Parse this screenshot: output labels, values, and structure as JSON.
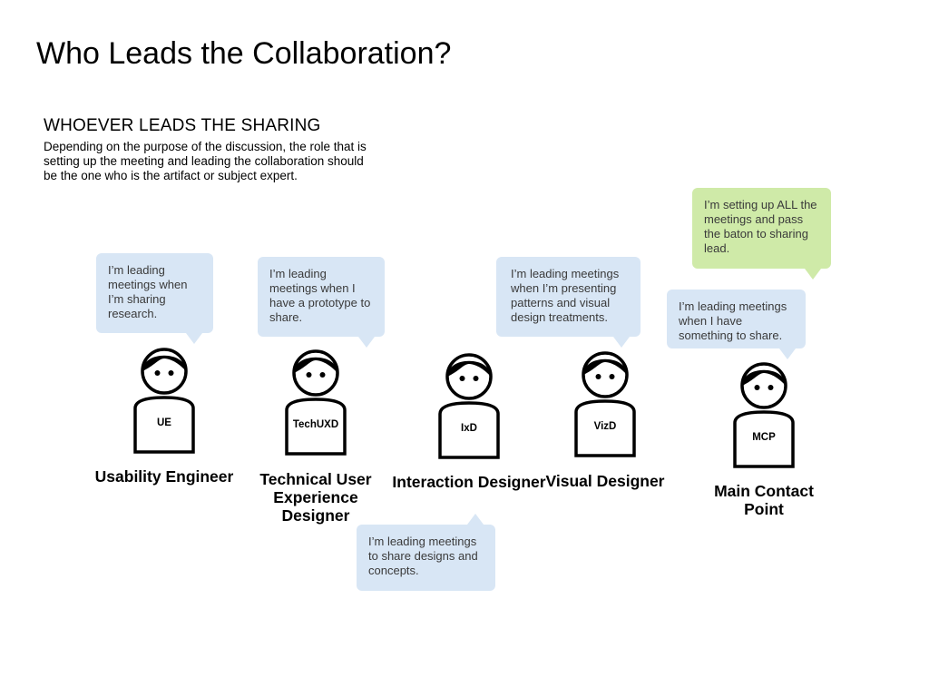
{
  "title": "Who Leads the Collaboration?",
  "section": {
    "heading": "WHOEVER LEADS THE SHARING",
    "description": "Depending on the purpose of the discussion, the role that is setting up the meeting and leading the collaboration should be the one who is the artifact or subject expert."
  },
  "roles": [
    {
      "abbr": "UE",
      "name": "Usability Engineer",
      "speech": "I’m leading meetings when I’m sharing research."
    },
    {
      "abbr": "TechUXD",
      "name": "Technical User Experience Designer",
      "speech": "I’m leading meetings when I have a prototype to share."
    },
    {
      "abbr": "IxD",
      "name": "Interaction Designer",
      "speech": "I’m leading meetings to share designs and concepts."
    },
    {
      "abbr": "VizD",
      "name": "Visual Designer",
      "speech": "I’m leading meetings when I’m presenting patterns and visual design treatments."
    },
    {
      "abbr": "MCP",
      "name": "Main Contact Point",
      "speech": "I’m leading meetings when I have something to share.",
      "extra_speech": "I’m setting up ALL the meetings and pass the baton to sharing lead."
    }
  ],
  "colors": {
    "bubble_blue": "#d8e6f5",
    "bubble_green": "#cfeaa8",
    "figure_stroke": "#000000"
  },
  "icons": {
    "person": "person-icon",
    "speech": "speech-bubble-icon"
  }
}
